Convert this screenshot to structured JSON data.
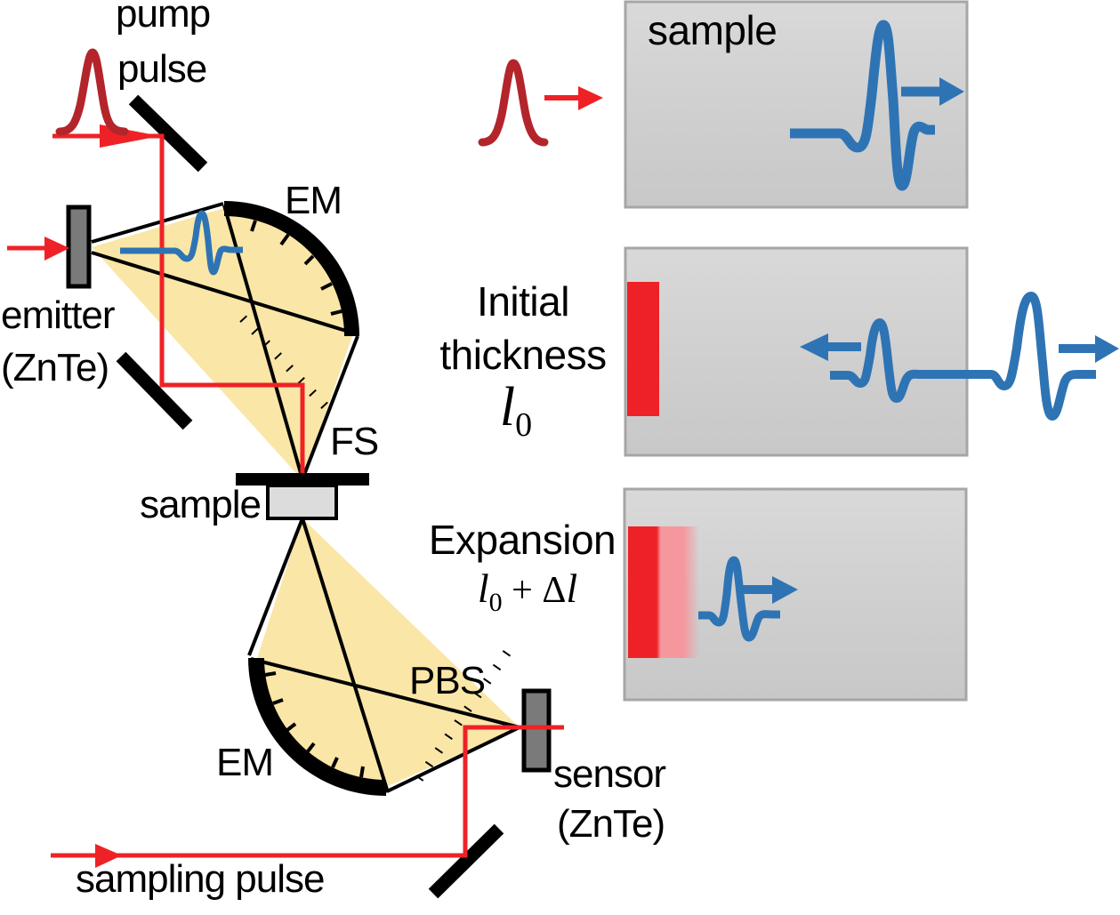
{
  "title": "Terahertz pump-probe expansion measurement schematic",
  "colors": {
    "beam_red": "#ee2226",
    "pulse_dark_red": "#b3252b",
    "thz_blue": "#2e74b5",
    "beam_yellow": "#fae6a6",
    "panel_fill_top": "#d8d8d8",
    "panel_fill_bottom": "#cbcbcb",
    "panel_border": "#a6a6a6",
    "crystal_gray": "#7a7a7a",
    "sample_gray": "#dcdcdc",
    "expanded_pink": "#f4989d",
    "black": "#000000"
  },
  "left_diagram": {
    "pump_label_line1": "pump",
    "pump_label_line2": "pulse",
    "em_top_label": "EM",
    "em_bottom_label": "EM",
    "emitter_label_line1": "emitter",
    "emitter_label_line2": "(ZnTe)",
    "fs_label": "FS",
    "sample_label": "sample",
    "pbs_label": "PBS",
    "sensor_label_line1": "sensor",
    "sensor_label_line2": "(ZnTe)",
    "sampling_label": "sampling pulse"
  },
  "panels": {
    "top": {
      "title": "sample"
    },
    "middle": {
      "label_line1": "Initial",
      "label_line2": "thickness",
      "math_l": "l",
      "math_sub": "0"
    },
    "bottom": {
      "label_line1": "Expansion",
      "math_l": "l",
      "math_sub": "0",
      "math_plus_delta": " + Δ",
      "math_l2": "l"
    }
  }
}
